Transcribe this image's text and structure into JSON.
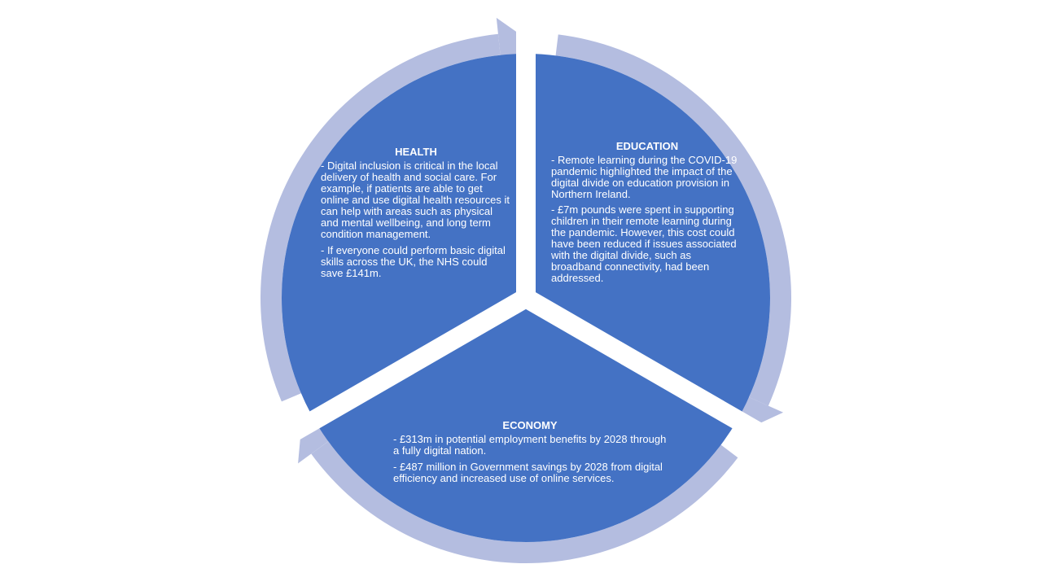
{
  "colors": {
    "segment": "#4472c4",
    "arrow": "#b4bde0",
    "text": "#ffffff",
    "background": "#ffffff"
  },
  "segments": {
    "health": {
      "title": "HEALTH",
      "points": [
        "- Digital inclusion is critical in the local delivery of health and social care. For example, if patients are able to get online and use digital health resources it can help with areas such as physical and mental wellbeing, and long term condition management.",
        "- If everyone could perform basic digital skills across the UK, the NHS could save £141m."
      ]
    },
    "education": {
      "title": "EDUCATION",
      "points": [
        "- Remote learning during the COVID-19 pandemic highlighted the impact of the digital divide on education provision in Northern Ireland.",
        "-  £7m pounds were spent in supporting children in their remote learning during the pandemic. However, this cost could have been reduced if issues associated with the digital divide, such as broadband connectivity, had been addressed."
      ]
    },
    "economy": {
      "title": "ECONOMY",
      "points": [
        "- £313m in potential employment benefits by 2028 through a fully digital nation.",
        "- £487 million in Government savings by 2028 from digital efficiency and increased use of online services."
      ]
    }
  }
}
